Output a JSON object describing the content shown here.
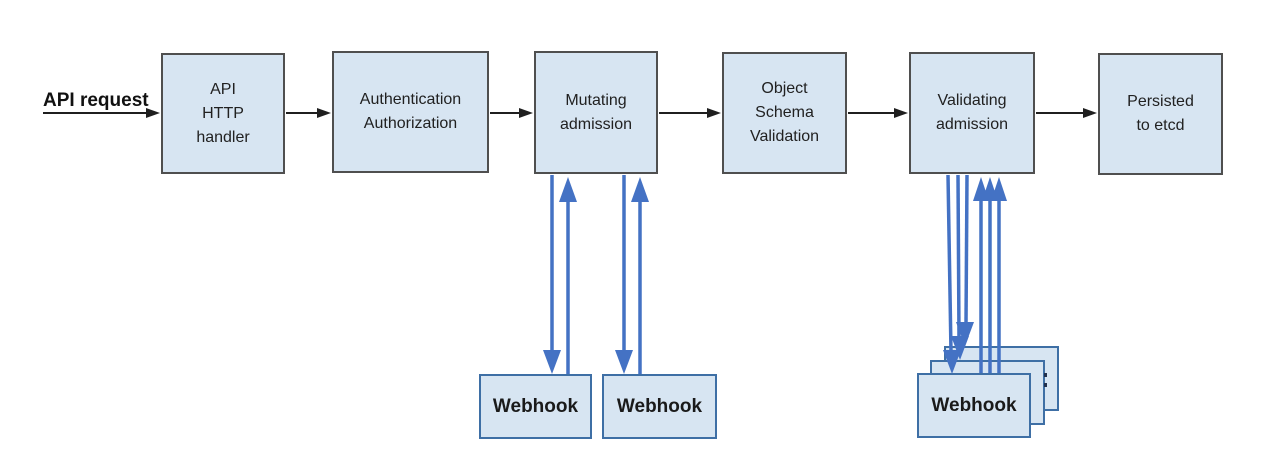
{
  "colors": {
    "box_fill": "#d7e5f2",
    "process_box_border": "#4f4f4f",
    "webhook_box_border": "#3e6fa5",
    "webhook_arrow_blue": "#4472c4",
    "flow_arrow_black": "#1f1f1f",
    "text_color": "#212121",
    "background": "#ffffff"
  },
  "api_request_label": "API request",
  "flow_boxes": [
    {
      "name": "api-http-handler",
      "lines": [
        "API",
        "HTTP",
        "handler"
      ]
    },
    {
      "name": "authentication-authorization",
      "lines": [
        "Authentication",
        "Authorization"
      ]
    },
    {
      "name": "mutating-admission",
      "lines": [
        "Mutating",
        "admission"
      ]
    },
    {
      "name": "object-schema-validation",
      "lines": [
        "Object",
        "Schema",
        "Validation"
      ]
    },
    {
      "name": "validating-admission",
      "lines": [
        "Validating",
        "admission"
      ]
    },
    {
      "name": "persisted-to-etcd",
      "lines": [
        "Persisted",
        "to etcd"
      ]
    }
  ],
  "webhooks": {
    "mutating": [
      {
        "label": "Webhook"
      },
      {
        "label": "Webhook"
      }
    ],
    "validating_stack": [
      {
        "label": "Webhook"
      },
      {
        "label": "Webhook"
      },
      {
        "label": "Webhook"
      }
    ]
  }
}
